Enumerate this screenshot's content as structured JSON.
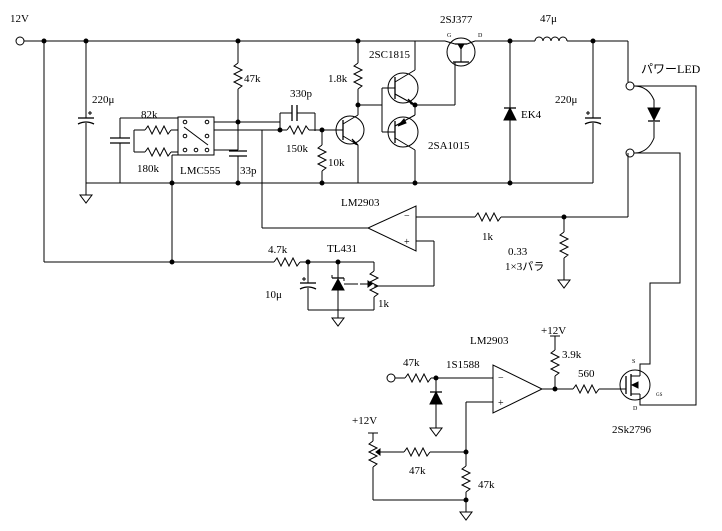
{
  "labels": {
    "v12_top": "12V",
    "c220_left": "220μ",
    "r82k": "82k",
    "r180k": "180k",
    "ic555": "LMC555",
    "c33p": "33p",
    "r47k_top": "47k",
    "c330p": "330p",
    "r150k": "150k",
    "r1_8k": "1.8k",
    "r10k": "10k",
    "q_2sc1815": "2SC1815",
    "q_2sa1015": "2SA1015",
    "q_2sj377": "2SJ377",
    "l47u": "47μ",
    "d_ek4": "EK4",
    "c220_right": "220μ",
    "led_label": "パワーLED",
    "opamp1": "LM2903",
    "r1k_sense": "1k",
    "rshunt_val": "0.33",
    "rshunt_note": "1×3パラ",
    "r4_7k": "4.7k",
    "tl431": "TL431",
    "c10u": "10μ",
    "pot1k": "1k",
    "opamp2": "LM2903",
    "v12_mid": "+12V",
    "r3_9k": "3.9k",
    "r47k_in": "47k",
    "d_1s1588": "1S1588",
    "r560": "560",
    "q_2sk2796": "2Sk2796",
    "v12_low": "+12V",
    "r47k_fb": "47k",
    "r47k_bot": "47k",
    "pin_g1": "G",
    "pin_d1": "D",
    "pin_s2": "S",
    "pin_d2": "D",
    "pin_g2": "GS"
  }
}
